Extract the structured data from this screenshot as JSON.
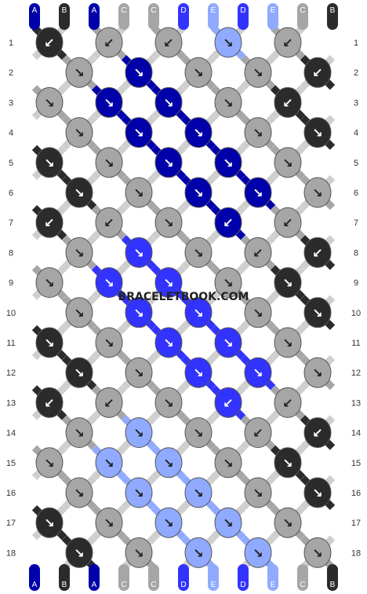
{
  "colors": {
    "A": "#0000aa",
    "B": "#2b2b2b",
    "C": "#a6a6a6",
    "D": "#3333ff",
    "E": "#8faaff"
  },
  "strands_top": [
    "A",
    "B",
    "A",
    "C",
    "C",
    "D",
    "E",
    "D",
    "E",
    "C",
    "B"
  ],
  "strands_bottom": [
    "A",
    "B",
    "A",
    "C",
    "C",
    "D",
    "E",
    "D",
    "E",
    "C",
    "B"
  ],
  "row_numbers": [
    "1",
    "2",
    "3",
    "4",
    "5",
    "6",
    "7",
    "8",
    "9",
    "10",
    "11",
    "12",
    "13",
    "14",
    "15",
    "16",
    "17",
    "18"
  ],
  "knots": [
    [
      {
        "c": "B",
        "a": "↙"
      },
      {
        "c": "C",
        "a": "↙"
      },
      {
        "c": "C",
        "a": "↙"
      },
      {
        "c": "E",
        "a": "↘"
      },
      {
        "c": "C",
        "a": "↙"
      }
    ],
    [
      {
        "c": "C",
        "a": "↘"
      },
      {
        "c": "A",
        "a": "↘"
      },
      {
        "c": "C",
        "a": "↘"
      },
      {
        "c": "C",
        "a": "↘"
      },
      {
        "c": "B",
        "a": "↙"
      },
      {
        "c": "X",
        "a": ""
      }
    ],
    [
      {
        "c": "C",
        "a": "↘"
      },
      {
        "c": "A",
        "a": "↘"
      },
      {
        "c": "A",
        "a": "↘"
      },
      {
        "c": "C",
        "a": "↘"
      },
      {
        "c": "B",
        "a": "↙"
      }
    ],
    [
      {
        "c": "C",
        "a": "↘"
      },
      {
        "c": "A",
        "a": "↘"
      },
      {
        "c": "A",
        "a": "↘"
      },
      {
        "c": "C",
        "a": "↘"
      },
      {
        "c": "B",
        "a": "↘"
      },
      {
        "c": "X",
        "a": ""
      }
    ],
    [
      {
        "c": "B",
        "a": "↘"
      },
      {
        "c": "C",
        "a": "↘"
      },
      {
        "c": "A",
        "a": "↘"
      },
      {
        "c": "A",
        "a": "↘"
      },
      {
        "c": "C",
        "a": "↘"
      }
    ],
    [
      {
        "c": "B",
        "a": "↘"
      },
      {
        "c": "C",
        "a": "↘"
      },
      {
        "c": "A",
        "a": "↘"
      },
      {
        "c": "A",
        "a": "↘"
      },
      {
        "c": "C",
        "a": "↘"
      },
      {
        "c": "X",
        "a": ""
      }
    ],
    [
      {
        "c": "B",
        "a": "↙"
      },
      {
        "c": "C",
        "a": "↙"
      },
      {
        "c": "C",
        "a": "↘"
      },
      {
        "c": "A",
        "a": "↙"
      },
      {
        "c": "C",
        "a": "↙"
      }
    ],
    [
      {
        "c": "C",
        "a": "↘"
      },
      {
        "c": "D",
        "a": "↘"
      },
      {
        "c": "C",
        "a": "↘"
      },
      {
        "c": "C",
        "a": "↙"
      },
      {
        "c": "B",
        "a": "↙"
      },
      {
        "c": "X",
        "a": ""
      }
    ],
    [
      {
        "c": "C",
        "a": "↘"
      },
      {
        "c": "D",
        "a": "↘"
      },
      {
        "c": "D",
        "a": "↘"
      },
      {
        "c": "C",
        "a": "↘"
      },
      {
        "c": "B",
        "a": "↘"
      }
    ],
    [
      {
        "c": "C",
        "a": "↘"
      },
      {
        "c": "D",
        "a": "↘"
      },
      {
        "c": "D",
        "a": "↘"
      },
      {
        "c": "C",
        "a": "↘"
      },
      {
        "c": "B",
        "a": "↘"
      },
      {
        "c": "X",
        "a": ""
      }
    ],
    [
      {
        "c": "B",
        "a": "↘"
      },
      {
        "c": "C",
        "a": "↘"
      },
      {
        "c": "D",
        "a": "↘"
      },
      {
        "c": "D",
        "a": "↘"
      },
      {
        "c": "C",
        "a": "↘"
      }
    ],
    [
      {
        "c": "B",
        "a": "↘"
      },
      {
        "c": "C",
        "a": "↘"
      },
      {
        "c": "D",
        "a": "↘"
      },
      {
        "c": "D",
        "a": "↘"
      },
      {
        "c": "C",
        "a": "↘"
      },
      {
        "c": "X",
        "a": ""
      }
    ],
    [
      {
        "c": "B",
        "a": "↙"
      },
      {
        "c": "C",
        "a": "↙"
      },
      {
        "c": "C",
        "a": "↘"
      },
      {
        "c": "D",
        "a": "↙"
      },
      {
        "c": "C",
        "a": "↙"
      }
    ],
    [
      {
        "c": "C",
        "a": "↘"
      },
      {
        "c": "E",
        "a": "↘"
      },
      {
        "c": "C",
        "a": "↘"
      },
      {
        "c": "C",
        "a": "↙"
      },
      {
        "c": "B",
        "a": "↙"
      },
      {
        "c": "X",
        "a": ""
      }
    ],
    [
      {
        "c": "C",
        "a": "↘"
      },
      {
        "c": "E",
        "a": "↘"
      },
      {
        "c": "E",
        "a": "↘"
      },
      {
        "c": "C",
        "a": "↘"
      },
      {
        "c": "B",
        "a": "↘"
      }
    ],
    [
      {
        "c": "C",
        "a": "↘"
      },
      {
        "c": "E",
        "a": "↘"
      },
      {
        "c": "E",
        "a": "↘"
      },
      {
        "c": "C",
        "a": "↘"
      },
      {
        "c": "B",
        "a": "↘"
      },
      {
        "c": "X",
        "a": ""
      }
    ],
    [
      {
        "c": "B",
        "a": "↘"
      },
      {
        "c": "C",
        "a": "↘"
      },
      {
        "c": "E",
        "a": "↘"
      },
      {
        "c": "E",
        "a": "↘"
      },
      {
        "c": "C",
        "a": "↘"
      }
    ],
    [
      {
        "c": "B",
        "a": "↘"
      },
      {
        "c": "C",
        "a": "↘"
      },
      {
        "c": "E",
        "a": "↘"
      },
      {
        "c": "E",
        "a": "↘"
      },
      {
        "c": "C",
        "a": "↘"
      },
      {
        "c": "X",
        "a": ""
      }
    ]
  ],
  "watermark": "BRACELETBOOK.COM"
}
